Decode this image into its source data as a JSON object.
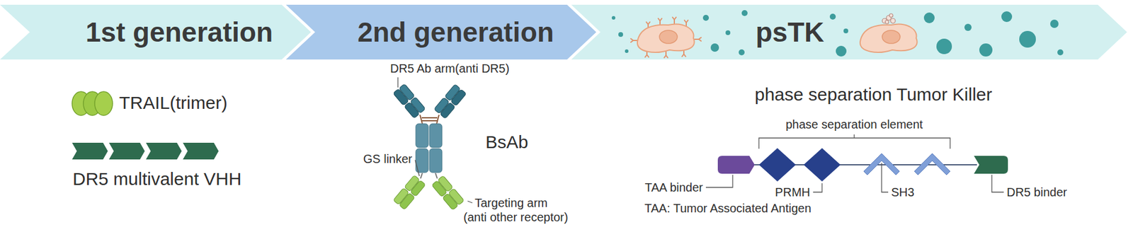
{
  "diagram": {
    "nodes": [
      {
        "text": [
          "1st generation"
        ]
      },
      {
        "text": [
          "2nd generation"
        ]
      },
      {
        "text": [
          "psTK"
        ]
      }
    ],
    "labels": [
      "TRAIL(trimer)",
      "DR5 multivalent VHH",
      "DR5 Ab arm(anti DR5)",
      "BsAb",
      "GS linker",
      "Targeting arm",
      "(anti other receptor)",
      "phase separation Tumor Killer",
      "phase separation element",
      "TAA binder",
      "PRMH",
      "SH3",
      "DR5 binder",
      "TAA: Tumor Associated Antigen"
    ]
  }
}
